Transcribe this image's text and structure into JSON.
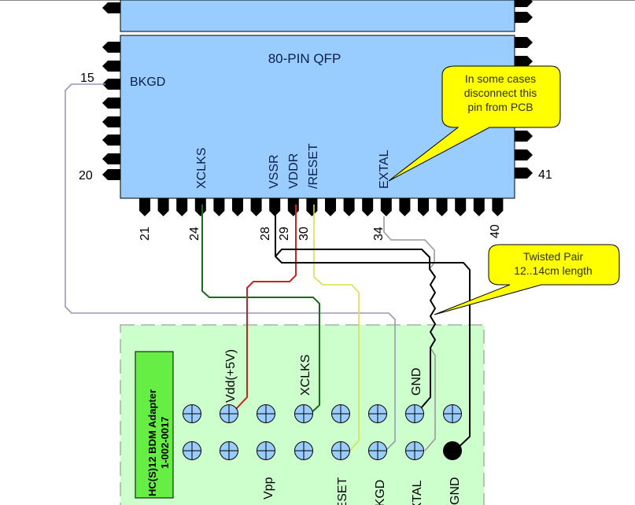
{
  "chip": {
    "title": "80-PIN QFP",
    "signals": {
      "bkgd": "BKGD",
      "xclks": "XCLKS",
      "vssr": "VSSR",
      "vddr": "VDDR",
      "reset": "/RESET",
      "extal": "EXTAL"
    },
    "pin_numbers": {
      "p15": "15",
      "p20": "20",
      "p21": "21",
      "p24": "24",
      "p28": "28",
      "p29": "29",
      "p30": "30",
      "p34": "34",
      "p40": "40",
      "p41": "41"
    },
    "fill_color": "#99ccff"
  },
  "callouts": {
    "extal_note": [
      "In some cases",
      "disconnect this",
      "pin from PCB"
    ],
    "twisted_pair": [
      "Twisted Pair",
      "12..14cm  length"
    ],
    "fill_color": "#ffff00"
  },
  "adapter": {
    "title_line1": "HC(S)12 BDM Adapter",
    "title_line2": "1-002-0017",
    "fill_color": "#ccffcc",
    "label_fill_color": "#66ee44",
    "top_labels": {
      "vdd": "Vdd(+5V)",
      "xclks": "XCLKS",
      "gnd": "GND"
    },
    "bottom_labels": {
      "vpp": "Vpp",
      "reset": "RESET",
      "bkgd": "BKGD",
      "extal": "EXTAL",
      "gnd": "GND"
    }
  },
  "wires": {
    "bkgd_color": "#9999bb",
    "xclks_color": "#1a6b1a",
    "vdd_color": "#cc2222",
    "reset_color": "#dddd44",
    "extal_color": "#999999",
    "gnd_color": "#000000"
  }
}
